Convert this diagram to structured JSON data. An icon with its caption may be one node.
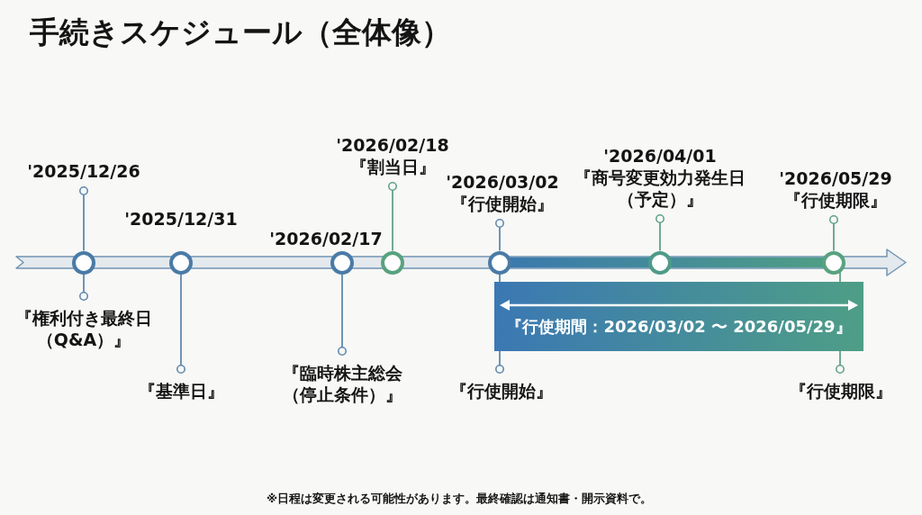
{
  "diagram": {
    "title": "手続きスケジュール（全体像）",
    "nodes": [
      {
        "text": [
          "'2025/12/26"
        ]
      },
      {
        "text": [],
        "shape": "circle"
      },
      {
        "text": [
          "『権利付き最終日（Q&A）』"
        ]
      },
      {
        "text": [],
        "shape": "circle",
        "beside": [
          "'2025/12/31"
        ]
      },
      {
        "text": [
          "『基準日』"
        ]
      },
      {
        "text": [],
        "shape": "circle",
        "beside": [
          "'2026/02/17"
        ]
      },
      {
        "text": [
          "『臨時株主総会（停止条件）』"
        ]
      },
      {
        "text": [
          "'2026/02/18",
          "『割当日』"
        ]
      },
      {
        "text": [],
        "shape": "circle"
      },
      {
        "text": [
          "'2026/03/02",
          "『行使開始』"
        ]
      },
      {
        "text": [],
        "shape": "circle"
      },
      {
        "text": [
          "『行使期間：2026/03/02 〜 2026/05/29』"
        ]
      },
      {
        "text": [
          "『行使開始』"
        ]
      },
      {
        "text": [
          "'2026/04/01",
          "『商号変更効力発生日（予定）』"
        ]
      },
      {
        "text": [],
        "shape": "circle"
      },
      {
        "text": [
          "'2026/05/29",
          "『行使期限』"
        ]
      },
      {
        "text": [],
        "shape": "circle"
      },
      {
        "text": [
          "『行使期限』"
        ]
      }
    ],
    "edges": [
      {
        "from": 0,
        "to": 1,
        "arrow": "other"
      },
      {
        "from": 2,
        "to": 1,
        "arrow": "other"
      },
      {
        "from": 4,
        "to": 3,
        "arrow": "other"
      },
      {
        "from": 6,
        "to": 5,
        "arrow": "other"
      },
      {
        "from": 7,
        "to": 8,
        "arrow": "other",
        "color": "#5fa287"
      },
      {
        "from": 9,
        "to": 10,
        "arrow": "other"
      },
      {
        "from": 10,
        "to": 11,
        "arrow": "none"
      },
      {
        "from": 12,
        "to": 11,
        "arrow": "other"
      },
      {
        "from": 13,
        "to": 14,
        "arrow": "other",
        "color": "#5fa287"
      },
      {
        "from": 15,
        "to": 16,
        "arrow": "other",
        "color": "#5fa287"
      },
      {
        "from": 16,
        "to": 11,
        "arrow": "none",
        "color": "#5fa287"
      },
      {
        "from": 17,
        "to": 11,
        "arrow": "other",
        "color": "#5fa287"
      }
    ],
    "caption": "※日程は変更される可能性があります。最終確認は通知書・開示資料で。"
  }
}
